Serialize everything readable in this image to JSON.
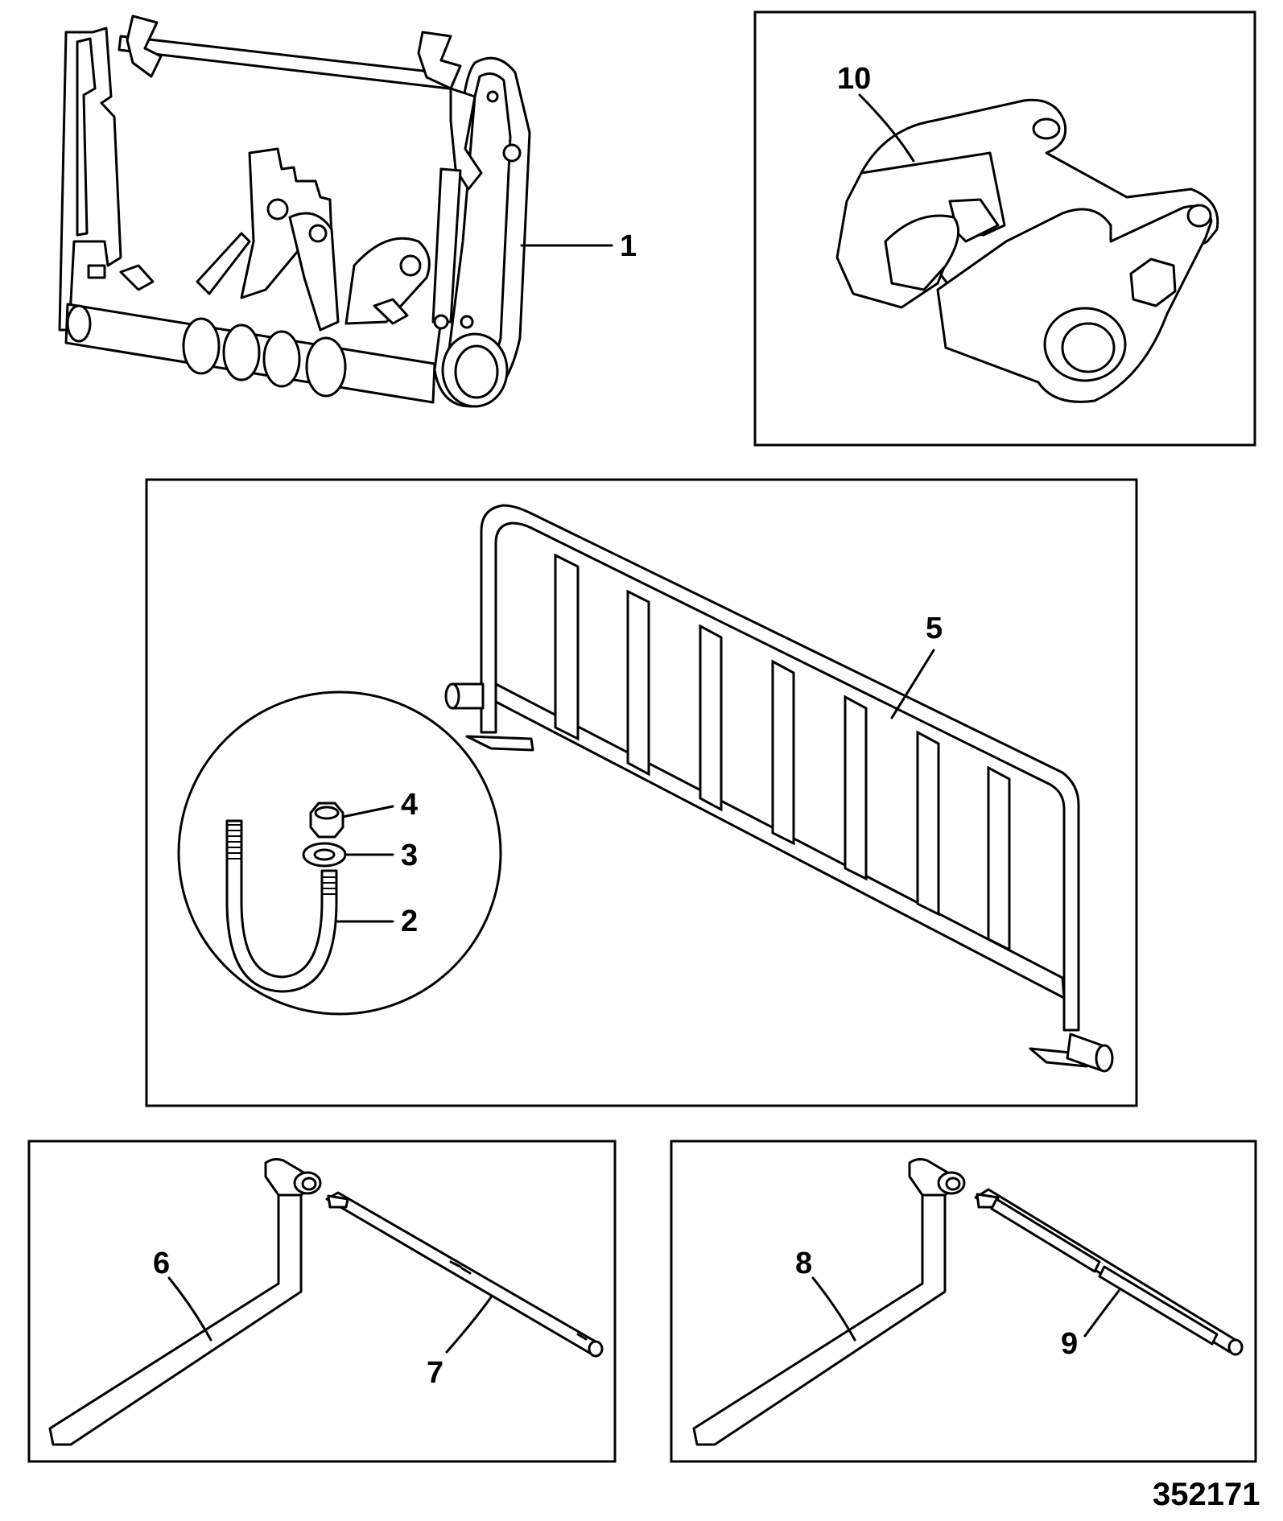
{
  "drawing_ref": "352171",
  "callouts": {
    "c1": "1",
    "c2": "2",
    "c3": "3",
    "c4": "4",
    "c5": "5",
    "c6": "6",
    "c7": "7",
    "c8": "8",
    "c9": "9",
    "c10": "10"
  }
}
